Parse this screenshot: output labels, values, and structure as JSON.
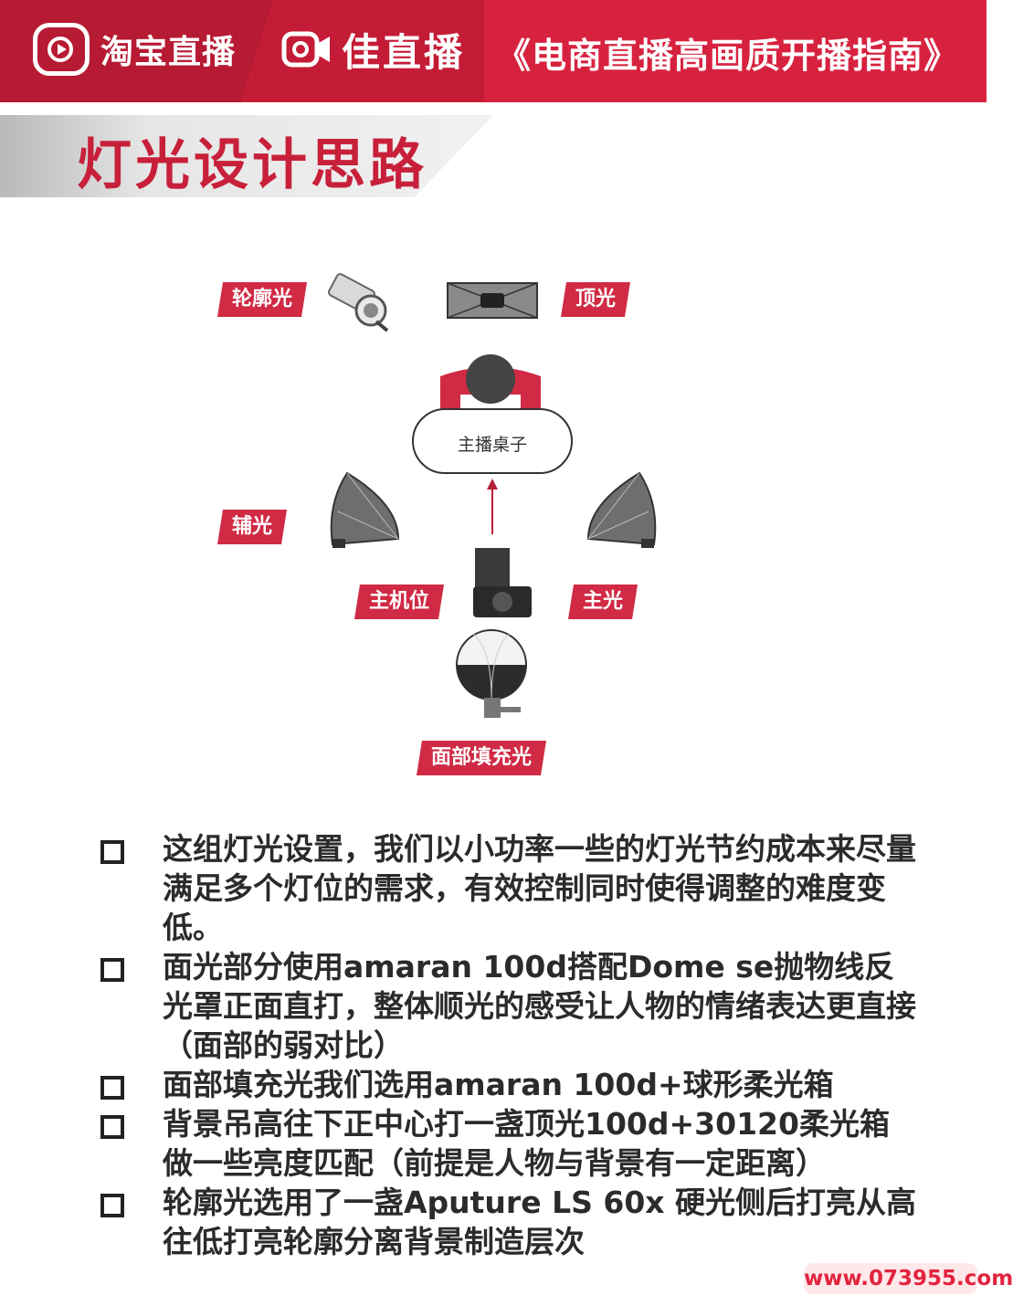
{
  "header": {
    "taobao_brand": "淘宝直播",
    "jia_brand": "佳直播",
    "guide_title": "《电商直播高画质开播指南》"
  },
  "section": {
    "title": "灯光设计思路"
  },
  "diagram": {
    "labels": {
      "rim_light": "轮廓光",
      "top_light": "顶光",
      "fill_light": "辅光",
      "main_camera": "主机位",
      "key_light": "主光",
      "face_fill_light": "面部填充光",
      "desk": "主播桌子"
    },
    "colors": {
      "accent": "#d02a44",
      "brand_red": "#cf1f3b"
    }
  },
  "bullets": [
    "这组灯光设置，我们以小功率一些的灯光节约成本来尽量满足多个灯位的需求，有效控制同时使得调整的难度变低。",
    "面光部分使用amaran 100d搭配Dome se抛物线反光罩正面直打，整体顺光的感受让人物的情绪表达更直接（面部的弱对比）",
    "面部填充光我们选用amaran 100d+球形柔光箱",
    "背景吊高往下正中心打一盏顶光100d+30120柔光箱做一些亮度匹配（前提是人物与背景有一定距离）",
    "轮廓光选用了一盏Aputure LS 60x 硬光侧后打亮从高往低打亮轮廓分离背景制造层次"
  ],
  "watermark": "www.073955.com"
}
